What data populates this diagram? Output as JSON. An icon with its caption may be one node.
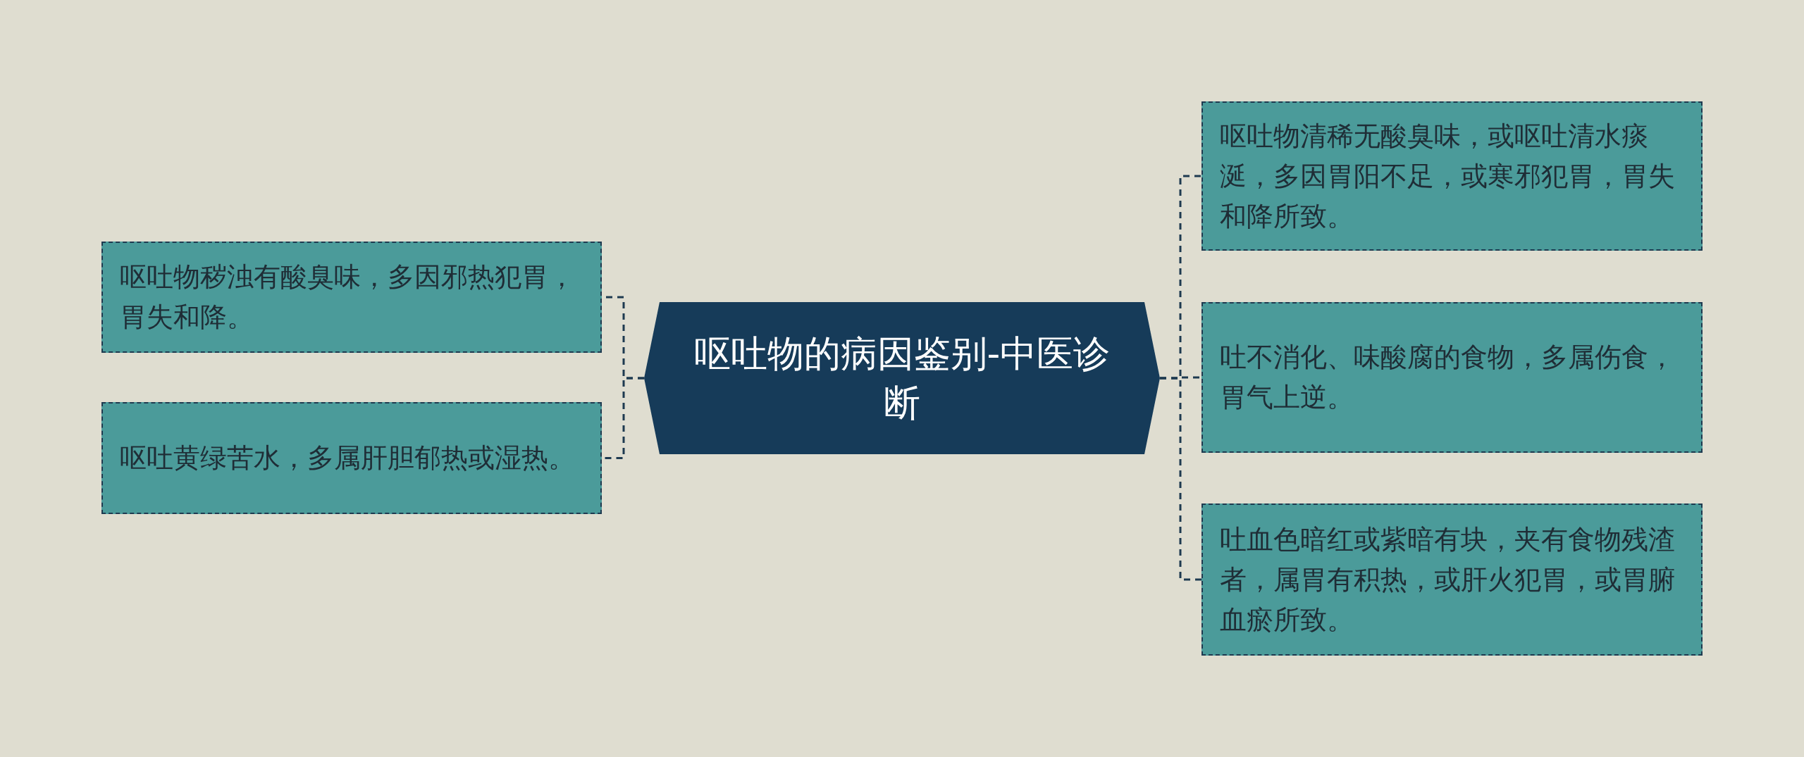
{
  "diagram": {
    "nodes": [
      {
        "text": [
          "呕吐物的病因鉴别-中医诊断"
        ]
      },
      {
        "text": [
          "呕吐物秽浊有酸臭味，多因邪热犯胃，胃失和降。"
        ]
      },
      {
        "text": [
          "呕吐黄绿苦水，多属肝胆郁热或湿热。"
        ]
      },
      {
        "text": [
          "呕吐物清稀无酸臭味，或呕吐清水痰涎，多因胃阳不足，或寒邪犯胃，胃失和降所致。"
        ]
      },
      {
        "text": [
          "吐不消化、味酸腐的食物，多属伤食，胃气上逆。"
        ]
      },
      {
        "text": [
          "吐血色暗红或紫暗有块，夹有食物残渣者，属胃有积热，或肝火犯胃，或胃腑血瘀所致。"
        ]
      }
    ],
    "edges": [
      {
        "from": 0,
        "to": 1,
        "arrow": "none"
      },
      {
        "from": 0,
        "to": 2,
        "arrow": "none"
      },
      {
        "from": 0,
        "to": 3,
        "arrow": "none"
      },
      {
        "from": 0,
        "to": 4,
        "arrow": "none"
      },
      {
        "from": 0,
        "to": 5,
        "arrow": "none"
      }
    ]
  }
}
